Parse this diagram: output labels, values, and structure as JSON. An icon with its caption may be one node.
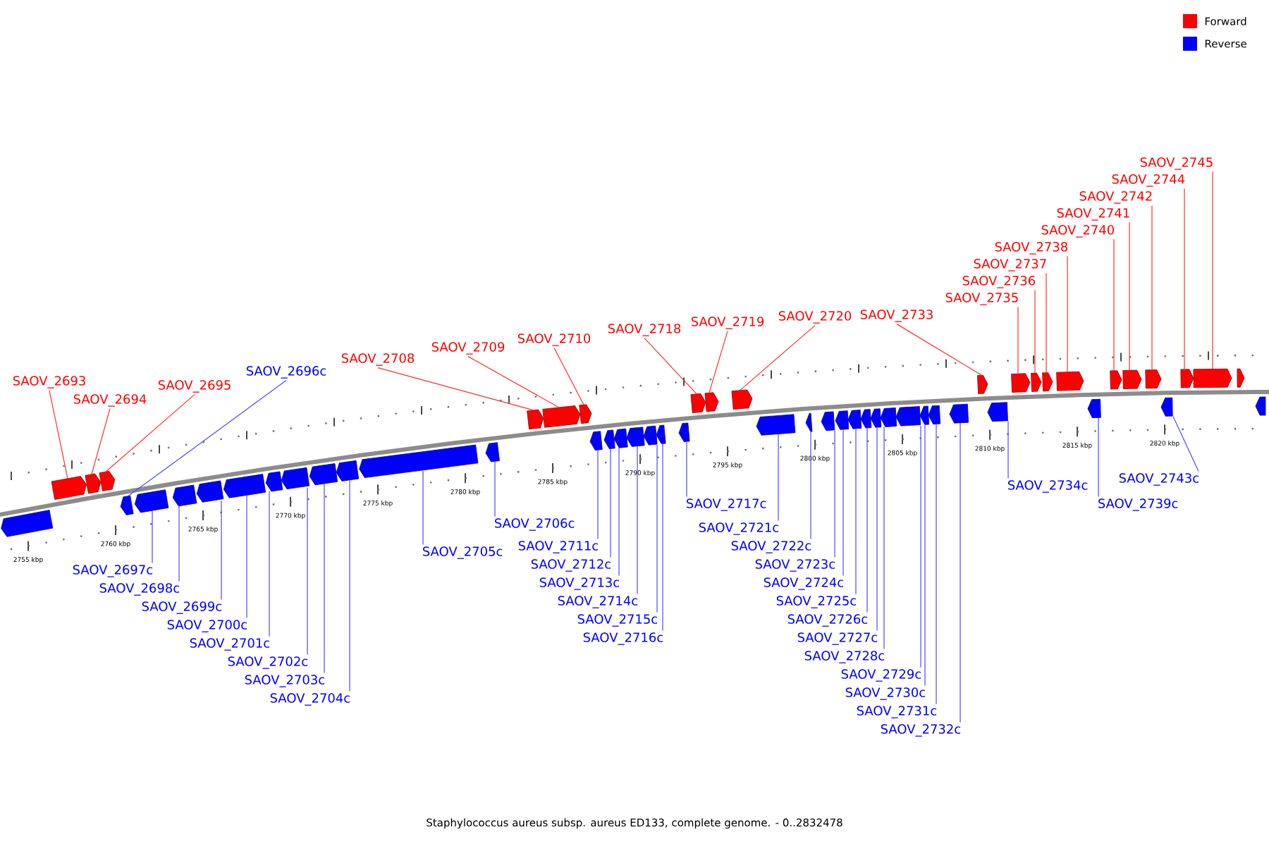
{
  "diagram": {
    "caption": "Staphylococcus aureus subsp. aureus ED133, complete genome. - 0..2832478",
    "nodes": [
      {
        "text": [
          "SAOV_2693"
        ]
      },
      {
        "text": [
          "SAOV_2694"
        ]
      },
      {
        "text": [
          "SAOV_2695"
        ]
      },
      {
        "text": [
          "SAOV_2696c"
        ]
      },
      {
        "text": [
          "SAOV_2697c"
        ]
      },
      {
        "text": [
          "SAOV_2698c"
        ]
      },
      {
        "text": [
          "SAOV_2699c"
        ]
      },
      {
        "text": [
          "SAOV_2700c"
        ]
      },
      {
        "text": [
          "SAOV_2701c"
        ]
      },
      {
        "text": [
          "SAOV_2702c"
        ]
      },
      {
        "text": [
          "SAOV_2703c"
        ]
      },
      {
        "text": [
          "SAOV_2704c"
        ]
      },
      {
        "text": [
          "SAOV_2705c"
        ]
      },
      {
        "text": [
          "SAOV_2706c"
        ]
      },
      {
        "text": [
          "SAOV_2708"
        ]
      },
      {
        "text": [
          "SAOV_2709"
        ]
      },
      {
        "text": [
          "SAOV_2710"
        ]
      },
      {
        "text": [
          "SAOV_2711c"
        ]
      },
      {
        "text": [
          "SAOV_2712c"
        ]
      },
      {
        "text": [
          "SAOV_2713c"
        ]
      },
      {
        "text": [
          "SAOV_2714c"
        ]
      },
      {
        "text": [
          "SAOV_2715c"
        ]
      },
      {
        "text": [
          "SAOV_2716c"
        ]
      },
      {
        "text": [
          "SAOV_2717c"
        ]
      },
      {
        "text": [
          "SAOV_2718"
        ]
      },
      {
        "text": [
          "SAOV_2719"
        ]
      },
      {
        "text": [
          "SAOV_2720"
        ]
      },
      {
        "text": [
          "SAOV_2721c"
        ]
      },
      {
        "text": [
          "SAOV_2722c"
        ]
      },
      {
        "text": [
          "SAOV_2723c"
        ]
      },
      {
        "text": [
          "SAOV_2724c"
        ]
      },
      {
        "text": [
          "SAOV_2725c"
        ]
      },
      {
        "text": [
          "SAOV_2726c"
        ]
      },
      {
        "text": [
          "SAOV_2727c"
        ]
      },
      {
        "text": [
          "SAOV_2728c"
        ]
      },
      {
        "text": [
          "SAOV_2729c"
        ]
      },
      {
        "text": [
          "SAOV_2730c"
        ]
      },
      {
        "text": [
          "SAOV_2731c"
        ]
      },
      {
        "text": [
          "SAOV_2732c"
        ]
      },
      {
        "text": [
          "SAOV_2733"
        ]
      },
      {
        "text": [
          "SAOV_2734c"
        ]
      },
      {
        "text": [
          "SAOV_2735"
        ]
      },
      {
        "text": [
          "SAOV_2736"
        ]
      },
      {
        "text": [
          "SAOV_2737"
        ]
      },
      {
        "text": [
          "SAOV_2738"
        ]
      },
      {
        "text": [
          "SAOV_2739c"
        ]
      },
      {
        "text": [
          "SAOV_2740"
        ]
      },
      {
        "text": [
          "SAOV_2741"
        ]
      },
      {
        "text": [
          "SAOV_2742"
        ]
      },
      {
        "text": [
          "SAOV_2743c"
        ]
      },
      {
        "text": [
          "SAOV_2744"
        ]
      },
      {
        "text": [
          "SAOV_2745"
        ]
      },
      {
        "text": [],
        "shape": "arrow"
      },
      {
        "text": [],
        "shape": "arrow"
      },
      {
        "text": [],
        "shape": "arrow"
      },
      {
        "text": [],
        "shape": "arrow"
      },
      {
        "text": [],
        "shape": "arrow"
      },
      {
        "text": [],
        "shape": "arrow"
      },
      {
        "text": [],
        "shape": "arrow"
      },
      {
        "text": [],
        "shape": "arrow"
      },
      {
        "text": [],
        "shape": "arrow"
      },
      {
        "text": [],
        "shape": "arrow"
      },
      {
        "text": [],
        "shape": "arrow"
      },
      {
        "text": [],
        "shape": "arrow"
      },
      {
        "text": [],
        "shape": "arrow"
      },
      {
        "text": [],
        "shape": "arrow"
      },
      {
        "text": [],
        "shape": "arrow"
      },
      {
        "text": [],
        "shape": "arrow"
      },
      {
        "text": [],
        "shape": "arrow"
      },
      {
        "text": [],
        "shape": "arrow"
      },
      {
        "text": [],
        "shape": "arrow"
      },
      {
        "text": [],
        "shape": "arrow"
      },
      {
        "text": [],
        "shape": "arrow"
      },
      {
        "text": [],
        "shape": "arrow"
      },
      {
        "text": [],
        "shape": "arrow"
      },
      {
        "text": [],
        "shape": "arrow"
      },
      {
        "text": [],
        "shape": "arrow"
      },
      {
        "text": [],
        "shape": "arrow"
      },
      {
        "text": [],
        "shape": "arrow"
      },
      {
        "text": [],
        "shape": "arrow"
      },
      {
        "text": [],
        "shape": "arrow"
      },
      {
        "text": [],
        "shape": "arrow"
      },
      {
        "text": [],
        "shape": "arrow"
      },
      {
        "text": [],
        "shape": "arrow"
      },
      {
        "text": [],
        "shape": "arrow"
      },
      {
        "text": [],
        "shape": "arrow"
      },
      {
        "text": [],
        "shape": "arrow"
      },
      {
        "text": [],
        "shape": "arrow"
      },
      {
        "text": [],
        "shape": "arrow"
      },
      {
        "text": [],
        "shape": "arrow"
      },
      {
        "text": [],
        "shape": "arrow"
      },
      {
        "text": [],
        "shape": "arrow"
      },
      {
        "text": [],
        "shape": "arrow"
      },
      {
        "text": [],
        "shape": "arrow"
      },
      {
        "text": [],
        "shape": "arrow"
      },
      {
        "text": [],
        "shape": "arrow"
      },
      {
        "text": [],
        "shape": "arrow"
      },
      {
        "text": [],
        "shape": "arrow"
      },
      {
        "text": [],
        "shape": "arrow"
      },
      {
        "text": [],
        "shape": "arrow"
      },
      {
        "text": [],
        "shape": "arrow"
      },
      {
        "text": [],
        "shape": "arrow"
      },
      {
        "text": [],
        "shape": "arrow"
      },
      {
        "text": [],
        "shape": "arrow"
      },
      {
        "text": [],
        "shape": "arrow"
      },
      {
        "text": [],
        "shape": "arrow"
      },
      {
        "text": [],
        "shape": "arrow"
      }
    ],
    "edges": [
      {
        "from": 0,
        "to": 53,
        "arrow": "none",
        "color": "#ff3030"
      },
      {
        "from": 1,
        "to": 54,
        "arrow": "none",
        "color": "#ff3030"
      },
      {
        "from": 2,
        "to": 55,
        "arrow": "none",
        "color": "#ff3030"
      },
      {
        "from": 3,
        "to": 56,
        "arrow": "none"
      },
      {
        "from": 4,
        "to": 57,
        "arrow": "none"
      },
      {
        "from": 5,
        "to": 58,
        "arrow": "none"
      },
      {
        "from": 6,
        "to": 59,
        "arrow": "none"
      },
      {
        "from": 7,
        "to": 60,
        "arrow": "none"
      },
      {
        "from": 8,
        "to": 61,
        "arrow": "none"
      },
      {
        "from": 9,
        "to": 62,
        "arrow": "none"
      },
      {
        "from": 10,
        "to": 63,
        "arrow": "none"
      },
      {
        "from": 11,
        "to": 64,
        "arrow": "none"
      },
      {
        "from": 12,
        "to": 65,
        "arrow": "none"
      },
      {
        "from": 13,
        "to": 66,
        "arrow": "none"
      },
      {
        "from": 14,
        "to": 67,
        "arrow": "none",
        "color": "#ff3030"
      },
      {
        "from": 15,
        "to": 68,
        "arrow": "none",
        "color": "#ff3030"
      },
      {
        "from": 16,
        "to": 69,
        "arrow": "none",
        "color": "#ff3030"
      },
      {
        "from": 17,
        "to": 70,
        "arrow": "none"
      },
      {
        "from": 18,
        "to": 71,
        "arrow": "none"
      },
      {
        "from": 19,
        "to": 72,
        "arrow": "none"
      },
      {
        "from": 20,
        "to": 73,
        "arrow": "none"
      },
      {
        "from": 21,
        "to": 74,
        "arrow": "none"
      },
      {
        "from": 22,
        "to": 75,
        "arrow": "none"
      },
      {
        "from": 23,
        "to": 76,
        "arrow": "none"
      },
      {
        "from": 24,
        "to": 77,
        "arrow": "none",
        "color": "#ff3030"
      },
      {
        "from": 25,
        "to": 78,
        "arrow": "none",
        "color": "#ff3030"
      },
      {
        "from": 26,
        "to": 79,
        "arrow": "none",
        "color": "#ff3030"
      },
      {
        "from": 27,
        "to": 80,
        "arrow": "none"
      },
      {
        "from": 28,
        "to": 81,
        "arrow": "none"
      },
      {
        "from": 29,
        "to": 82,
        "arrow": "none"
      },
      {
        "from": 30,
        "to": 83,
        "arrow": "none"
      },
      {
        "from": 31,
        "to": 84,
        "arrow": "none"
      },
      {
        "from": 32,
        "to": 85,
        "arrow": "none"
      },
      {
        "from": 33,
        "to": 86,
        "arrow": "none"
      },
      {
        "from": 34,
        "to": 87,
        "arrow": "none"
      },
      {
        "from": 35,
        "to": 88,
        "arrow": "none"
      },
      {
        "from": 36,
        "to": 89,
        "arrow": "none"
      },
      {
        "from": 37,
        "to": 90,
        "arrow": "none"
      },
      {
        "from": 38,
        "to": 91,
        "arrow": "none"
      },
      {
        "from": 39,
        "to": 92,
        "arrow": "none",
        "color": "#ff3030"
      },
      {
        "from": 40,
        "to": 93,
        "arrow": "none"
      },
      {
        "from": 41,
        "to": 94,
        "arrow": "none",
        "color": "#ff3030"
      },
      {
        "from": 42,
        "to": 95,
        "arrow": "none",
        "color": "#ff3030"
      },
      {
        "from": 43,
        "to": 96,
        "arrow": "none",
        "color": "#ff3030"
      },
      {
        "from": 44,
        "to": 97,
        "arrow": "none",
        "color": "#ff3030"
      },
      {
        "from": 45,
        "to": 98,
        "arrow": "none"
      },
      {
        "from": 46,
        "to": 99,
        "arrow": "none",
        "color": "#ff3030"
      },
      {
        "from": 47,
        "to": 100,
        "arrow": "none",
        "color": "#ff3030"
      },
      {
        "from": 48,
        "to": 101,
        "arrow": "none",
        "color": "#ff3030"
      },
      {
        "from": 49,
        "to": 102,
        "arrow": "none"
      },
      {
        "from": 50,
        "to": 103,
        "arrow": "none",
        "color": "#ff3030"
      },
      {
        "from": 51,
        "to": 104,
        "arrow": "none",
        "color": "#ff3030"
      }
    ],
    "labels": [
      "2755 kbp",
      "2760 kbp",
      "2765 kbp",
      "2770 kbp",
      "2775 kbp",
      "2780 kbp",
      "2785 kbp",
      "2790 kbp",
      "2795 kbp",
      "2800 kbp",
      "2805 kbp",
      "2810 kbp",
      "2815 kbp",
      "2820 kbp"
    ],
    "legend": [
      {
        "text": "Forward",
        "color": "#ff0000"
      },
      {
        "text": "Reverse",
        "color": "#0000ff"
      }
    ]
  }
}
